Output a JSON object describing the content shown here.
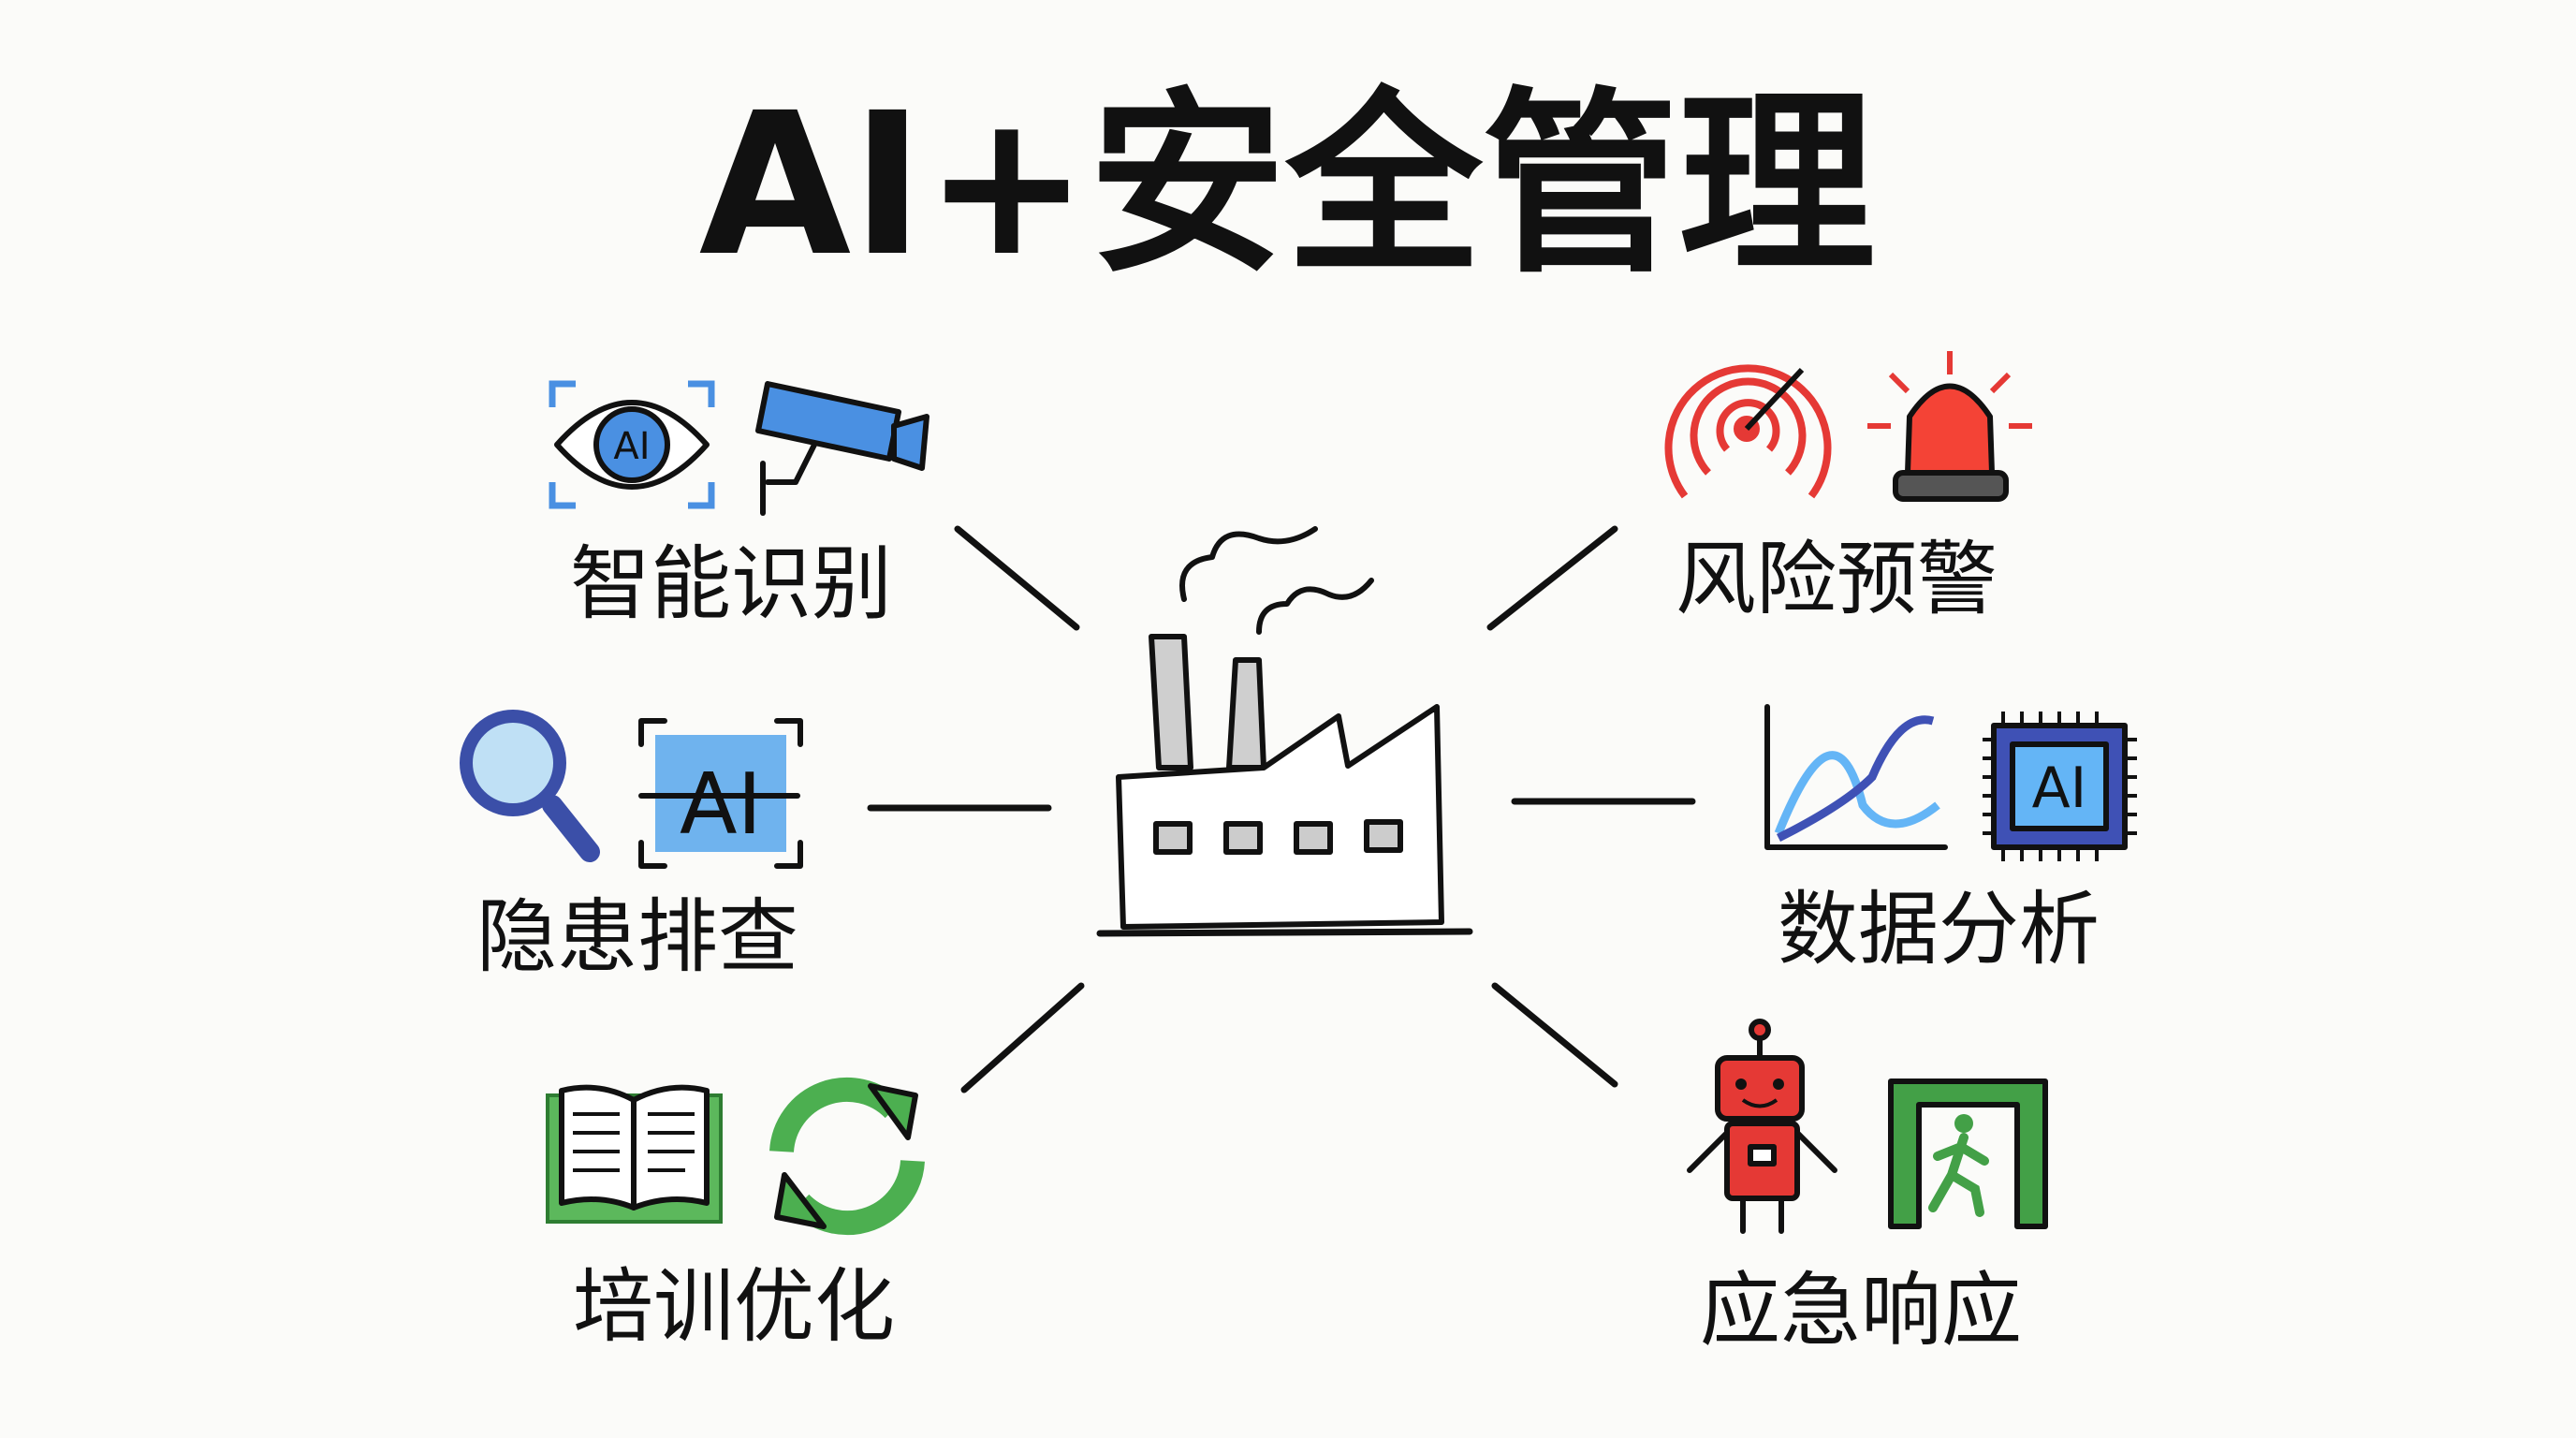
{
  "title": "AI+安全管理",
  "center": {
    "icon": "factory-icon"
  },
  "colors": {
    "blue": "#4a90e2",
    "red": "#e53935",
    "green": "#43a047",
    "ink": "#111111"
  },
  "nodes": [
    {
      "label": "智能识别",
      "icons": [
        "ai-eye-icon",
        "security-camera-icon"
      ]
    },
    {
      "label": "隐患排查",
      "icons": [
        "magnifier-icon",
        "ai-scan-icon"
      ]
    },
    {
      "label": "培训优化",
      "icons": [
        "open-book-icon",
        "refresh-cycle-icon"
      ]
    },
    {
      "label": "风险预警",
      "icons": [
        "radar-icon",
        "alarm-siren-icon"
      ]
    },
    {
      "label": "数据分析",
      "icons": [
        "line-chart-icon",
        "ai-chip-icon"
      ]
    },
    {
      "label": "应急响应",
      "icons": [
        "robot-icon",
        "emergency-exit-icon"
      ]
    }
  ],
  "icon_text": {
    "ai": "AI"
  }
}
